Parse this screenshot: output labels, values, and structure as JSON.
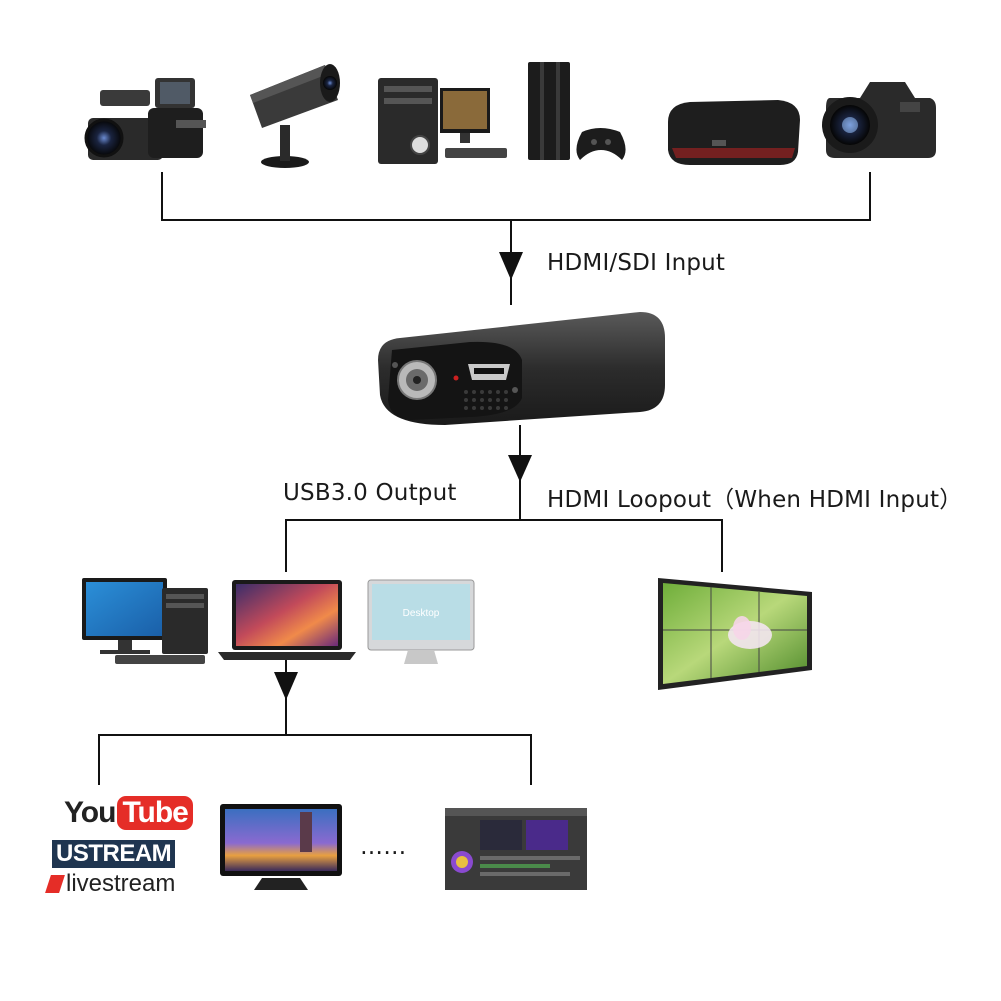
{
  "labels": {
    "input": "HDMI/SDI Input",
    "usb_output": "USB3.0 Output",
    "hdmi_loopout": "HDMI Loopout（When HDMI Input）",
    "ellipsis": "……",
    "desktop_screen": "Desktop"
  },
  "logos": {
    "youtube_you": "You",
    "youtube_tube": "Tube",
    "ustream": "USTREAM",
    "livestream": "livestream"
  },
  "source_devices": [
    {
      "name": "camcorder-icon"
    },
    {
      "name": "cctv-camera-icon"
    },
    {
      "name": "desktop-pc-icon"
    },
    {
      "name": "game-console-icon"
    },
    {
      "name": "set-top-box-icon"
    },
    {
      "name": "dslr-camera-icon"
    }
  ],
  "output_devices": [
    {
      "name": "desktop-computer-icon"
    },
    {
      "name": "laptop-icon"
    },
    {
      "name": "all-in-one-monitor-icon"
    },
    {
      "name": "video-wall-icon"
    }
  ],
  "targets": [
    {
      "name": "streaming-logos"
    },
    {
      "name": "tv-monitor-icon"
    },
    {
      "name": "video-editing-software-icon"
    }
  ],
  "colors": {
    "line": "#111111",
    "device_dark": "#2b2b2b",
    "youtube_red": "#e52d27",
    "ustream_navy": "#1f3550"
  }
}
